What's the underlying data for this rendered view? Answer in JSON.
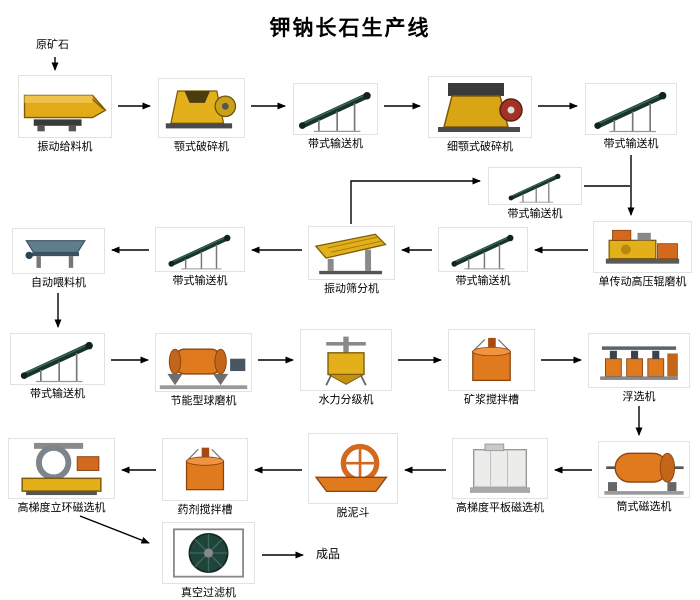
{
  "title": "钾钠长石生产线",
  "flow": {
    "source_label": "原矿石",
    "product_label": "成品"
  },
  "nodes": [
    {
      "id": "vibrating-feeder",
      "label": "振动给料机"
    },
    {
      "id": "jaw-crusher",
      "label": "颚式破碎机"
    },
    {
      "id": "belt-conveyor-1",
      "label": "带式输送机"
    },
    {
      "id": "fine-jaw-crusher",
      "label": "细颚式破碎机"
    },
    {
      "id": "belt-conveyor-2",
      "label": "带式输送机"
    },
    {
      "id": "belt-conveyor-recirculation",
      "label": "带式输送机"
    },
    {
      "id": "single-drive-high-pressure-roller-mill",
      "label": "单传动高压辊磨机"
    },
    {
      "id": "belt-conveyor-3",
      "label": "带式输送机"
    },
    {
      "id": "vibrating-screen",
      "label": "振动筛分机"
    },
    {
      "id": "belt-conveyor-4",
      "label": "带式输送机"
    },
    {
      "id": "auto-feeder",
      "label": "自动喂料机"
    },
    {
      "id": "belt-conveyor-5",
      "label": "带式输送机"
    },
    {
      "id": "energy-saving-ball-mill",
      "label": "节能型球磨机"
    },
    {
      "id": "hydraulic-classifier",
      "label": "水力分级机"
    },
    {
      "id": "slurry-mixing-tank",
      "label": "矿浆搅拌槽"
    },
    {
      "id": "flotation-machine",
      "label": "浮选机"
    },
    {
      "id": "drum-magnetic-separator",
      "label": "筒式磁选机"
    },
    {
      "id": "high-gradient-plate-magnetic-separator",
      "label": "高梯度平板磁选机"
    },
    {
      "id": "desliming-hopper",
      "label": "脱泥斗"
    },
    {
      "id": "reagent-mixing-tank",
      "label": "药剂搅拌槽"
    },
    {
      "id": "high-gradient-vertical-ring-magnetic-separator",
      "label": "高梯度立环磁选机"
    },
    {
      "id": "vacuum-filter",
      "label": "真空过滤机"
    }
  ],
  "edges": [
    {
      "from": "raw-ore",
      "to": "vibrating-feeder"
    },
    {
      "from": "vibrating-feeder",
      "to": "jaw-crusher"
    },
    {
      "from": "jaw-crusher",
      "to": "belt-conveyor-1"
    },
    {
      "from": "belt-conveyor-1",
      "to": "fine-jaw-crusher"
    },
    {
      "from": "fine-jaw-crusher",
      "to": "belt-conveyor-2"
    },
    {
      "from": "belt-conveyor-2",
      "to": "single-drive-high-pressure-roller-mill"
    },
    {
      "from": "vibrating-screen",
      "to": "belt-conveyor-recirculation"
    },
    {
      "from": "belt-conveyor-recirculation",
      "to": "single-drive-high-pressure-roller-mill"
    },
    {
      "from": "single-drive-high-pressure-roller-mill",
      "to": "belt-conveyor-3"
    },
    {
      "from": "belt-conveyor-3",
      "to": "vibrating-screen"
    },
    {
      "from": "vibrating-screen",
      "to": "belt-conveyor-4"
    },
    {
      "from": "belt-conveyor-4",
      "to": "auto-feeder"
    },
    {
      "from": "auto-feeder",
      "to": "belt-conveyor-5"
    },
    {
      "from": "belt-conveyor-5",
      "to": "energy-saving-ball-mill"
    },
    {
      "from": "energy-saving-ball-mill",
      "to": "hydraulic-classifier"
    },
    {
      "from": "hydraulic-classifier",
      "to": "slurry-mixing-tank"
    },
    {
      "from": "slurry-mixing-tank",
      "to": "flotation-machine"
    },
    {
      "from": "flotation-machine",
      "to": "drum-magnetic-separator"
    },
    {
      "from": "drum-magnetic-separator",
      "to": "high-gradient-plate-magnetic-separator"
    },
    {
      "from": "high-gradient-plate-magnetic-separator",
      "to": "desliming-hopper"
    },
    {
      "from": "desliming-hopper",
      "to": "reagent-mixing-tank"
    },
    {
      "from": "reagent-mixing-tank",
      "to": "high-gradient-vertical-ring-magnetic-separator"
    },
    {
      "from": "high-gradient-vertical-ring-magnetic-separator",
      "to": "vacuum-filter"
    },
    {
      "from": "vacuum-filter",
      "to": "finished-product"
    }
  ]
}
